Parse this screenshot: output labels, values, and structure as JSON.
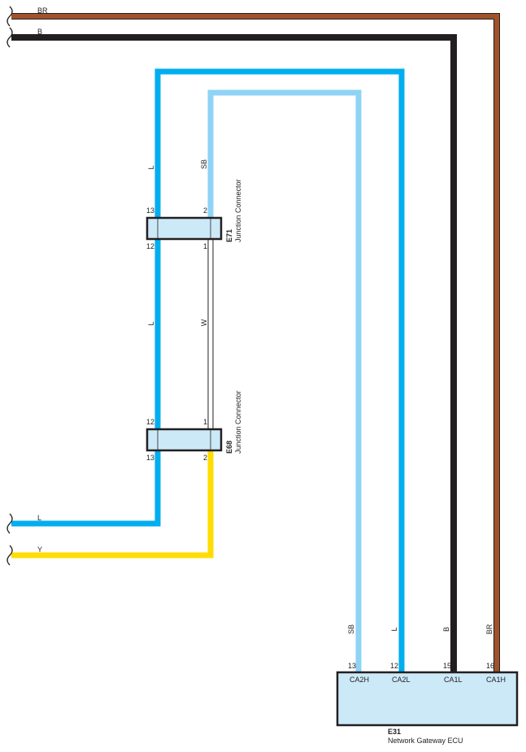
{
  "colors": {
    "BR": "#a0522d",
    "B": "#231f20",
    "L": "#00aeef",
    "SB": "#8fd3f5",
    "W": "#ffffff",
    "Y": "#ffdd00",
    "connector_fill": "#cce9f8",
    "outline": "#231f20"
  },
  "wires": {
    "br_top": "BR",
    "b_top": "B",
    "l_upper": "L",
    "sb_upper": "SB",
    "l_middle": "L",
    "w_middle": "W",
    "l_left": "L",
    "y_left": "Y"
  },
  "e71": {
    "code": "E71",
    "name": "Junction Connector",
    "pin_top_left": "13",
    "pin_top_right": "2",
    "pin_bottom_left": "12",
    "pin_bottom_right": "1"
  },
  "e68": {
    "code": "E68",
    "name": "Junction Connector",
    "pin_top_left": "12",
    "pin_top_right": "1",
    "pin_bottom_left": "13",
    "pin_bottom_right": "2"
  },
  "e31": {
    "code": "E31",
    "name": "Network Gateway ECU",
    "pins": [
      {
        "wire": "SB",
        "number": "13",
        "name": "CA2H"
      },
      {
        "wire": "L",
        "number": "12",
        "name": "CA2L"
      },
      {
        "wire": "B",
        "number": "15",
        "name": "CA1L"
      },
      {
        "wire": "BR",
        "number": "16",
        "name": "CA1H"
      }
    ]
  }
}
